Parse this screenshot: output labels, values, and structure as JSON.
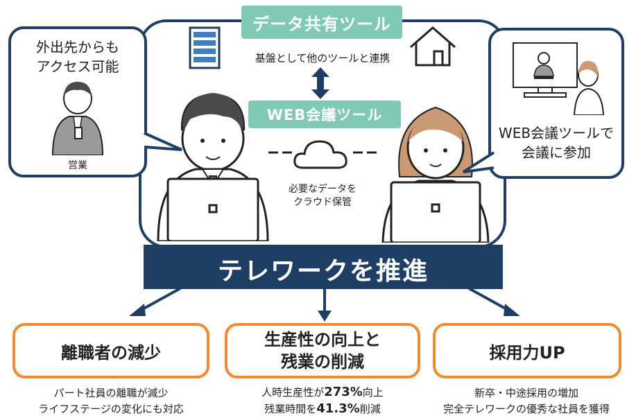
{
  "top_tag": "データ共有ツール",
  "top_caption": "基盤として他のツールと連携",
  "mid_tag": "WEB会議ツール",
  "cloud_caption_1": "必要なデータを",
  "cloud_caption_2": "クラウド保管",
  "left_bubble": {
    "title_line1": "外出先からも",
    "title_line2": "アクセス可能",
    "person_label": "営業"
  },
  "right_bubble": {
    "text_line1": "WEB会議ツールで",
    "text_line2": "会議に参加"
  },
  "banner": "テレワークを推進",
  "outcomes": [
    {
      "title_line1": "離職者の減少",
      "title_line2": "",
      "desc_line1": "パート社員の離職が減少",
      "desc_line2": "ライフステージの変化にも対応"
    },
    {
      "title_line1": "生産性の向上と",
      "title_line2": "残業の削減",
      "desc1_pre": "人時生産性が",
      "desc1_num": "273%",
      "desc1_post": "向上",
      "desc2_pre": "残業時間を",
      "desc2_num": "41.3%",
      "desc2_post": "削減"
    },
    {
      "title_line1": "採用力UP",
      "title_line2": "",
      "desc_line1": "新卒・中途採用の増加",
      "desc_line2": "完全テレワークの優秀な社員を獲得"
    }
  ],
  "colors": {
    "navy": "#1e3f63",
    "teal": "#7fc9b5",
    "orange": "#f08c2e"
  }
}
